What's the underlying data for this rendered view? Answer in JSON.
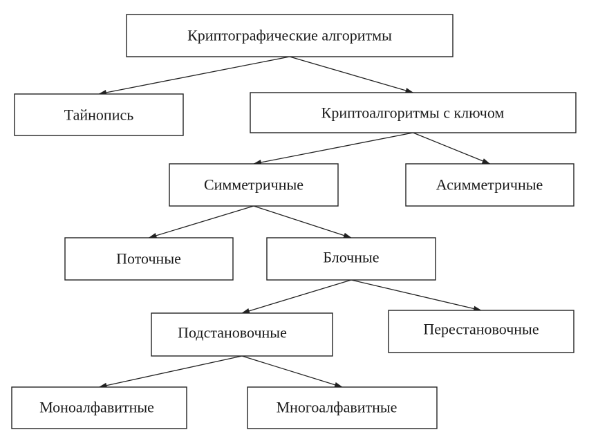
{
  "diagram": {
    "nodes": {
      "root": "Криптографические алгоритмы",
      "secret_writing": "Тайнопись",
      "keyed": "Криптоалгоритмы с ключом",
      "symmetric": "Симметричные",
      "asymmetric": "Асимметричные",
      "stream": "Поточные",
      "block": "Блочные",
      "substitution": "Подстановочные",
      "transposition": "Перестановочные",
      "monoalphabetic": "Моноалфавитные",
      "polyalphabetic": "Многоалфавитные"
    },
    "edges": [
      [
        "root",
        "secret_writing"
      ],
      [
        "root",
        "keyed"
      ],
      [
        "keyed",
        "symmetric"
      ],
      [
        "keyed",
        "asymmetric"
      ],
      [
        "symmetric",
        "stream"
      ],
      [
        "symmetric",
        "block"
      ],
      [
        "block",
        "substitution"
      ],
      [
        "block",
        "transposition"
      ],
      [
        "substitution",
        "monoalphabetic"
      ],
      [
        "substitution",
        "polyalphabetic"
      ]
    ]
  }
}
